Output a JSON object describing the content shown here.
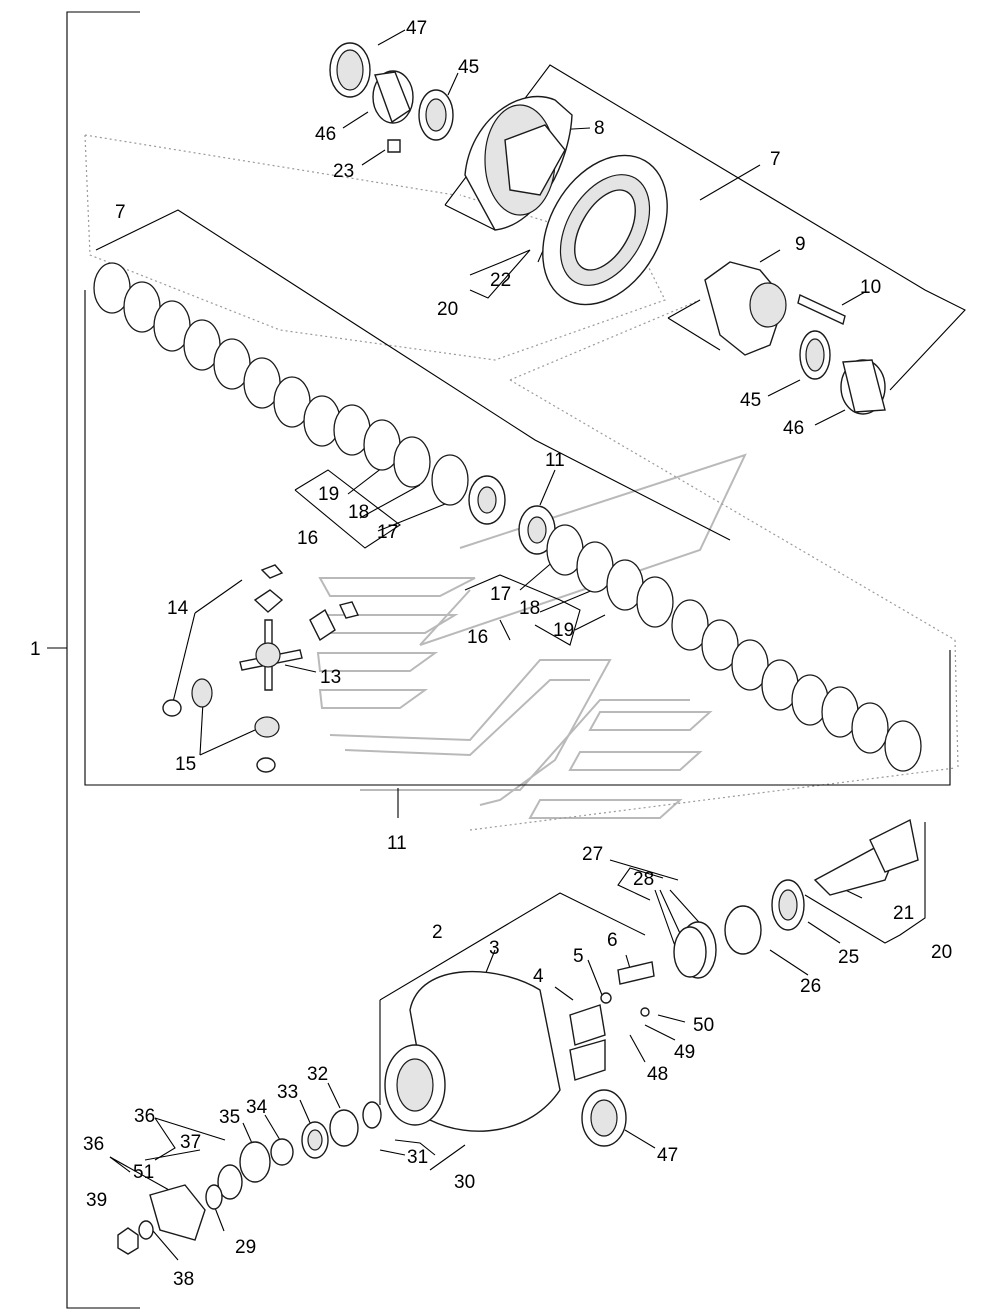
{
  "callouts": {
    "c1": "1",
    "c2": "2",
    "c3": "3",
    "c4": "4",
    "c5": "5",
    "c6": "6",
    "c7a": "7",
    "c7b": "7",
    "c8": "8",
    "c9": "9",
    "c10": "10",
    "c11a": "11",
    "c11b": "11",
    "c13": "13",
    "c14": "14",
    "c15": "15",
    "c16a": "16",
    "c16b": "16",
    "c17a": "17",
    "c17b": "17",
    "c18a": "18",
    "c18b": "18",
    "c19a": "19",
    "c19b": "19",
    "c20a": "20",
    "c20b": "20",
    "c21": "21",
    "c22": "22",
    "c23": "23",
    "c25": "25",
    "c26": "26",
    "c27": "27",
    "c28": "28",
    "c29": "29",
    "c30": "30",
    "c31": "31",
    "c32": "32",
    "c33": "33",
    "c34": "34",
    "c35": "35",
    "c36a": "36",
    "c36b": "36",
    "c37": "37",
    "c38": "38",
    "c39": "39",
    "c45a": "45",
    "c45b": "45",
    "c46a": "46",
    "c46b": "46",
    "c47a": "47",
    "c47b": "47",
    "c48": "48",
    "c49": "49",
    "c50": "50",
    "c51": "51"
  }
}
